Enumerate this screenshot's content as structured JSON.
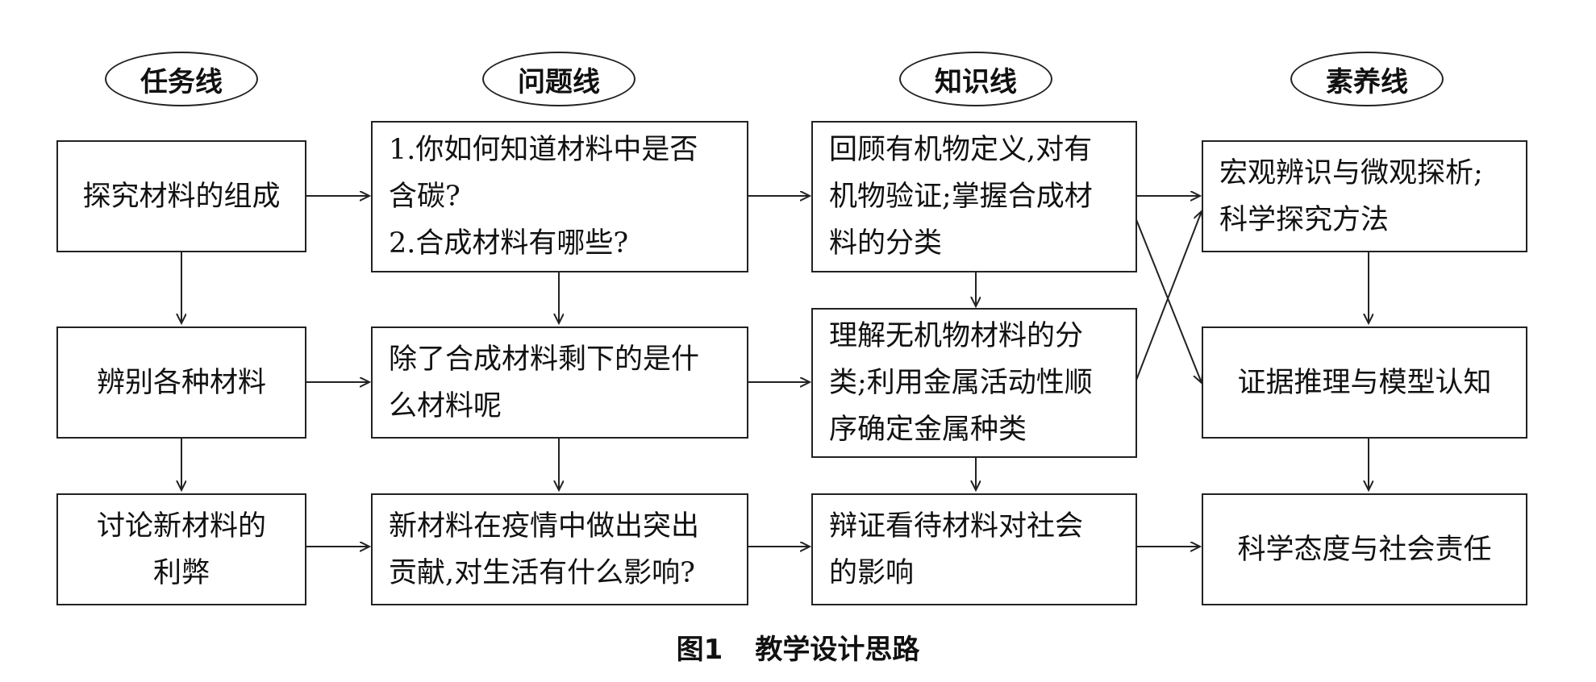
{
  "headers": {
    "task": "任务线",
    "question": "问题线",
    "knowledge": "知识线",
    "literacy": "素养线"
  },
  "task_line": {
    "r1": "探究材料的组成",
    "r2": "辨别各种材料",
    "r3": "讨论新材料的\n利弊"
  },
  "question_line": {
    "r1": "1.你如何知道材料中是否\n含碳?\n2.合成材料有哪些?",
    "r2": "除了合成材料剩下的是什\n么材料呢",
    "r3": "新材料在疫情中做出突出\n贡献,对生活有什么影响?"
  },
  "knowledge_line": {
    "r1": "回顾有机物定义,对有\n机物验证;掌握合成材\n料的分类",
    "r2": "理解无机物材料的分\n类;利用金属活动性顺\n序确定金属种类",
    "r3": "辩证看待材料对社会\n的影响"
  },
  "literacy_line": {
    "r1": "宏观辨识与微观探析;\n科学探究方法",
    "r2": "证据推理与模型认知",
    "r3": "科学态度与社会责任"
  },
  "caption": {
    "figure_number": "图1",
    "title": "教学设计思路"
  }
}
